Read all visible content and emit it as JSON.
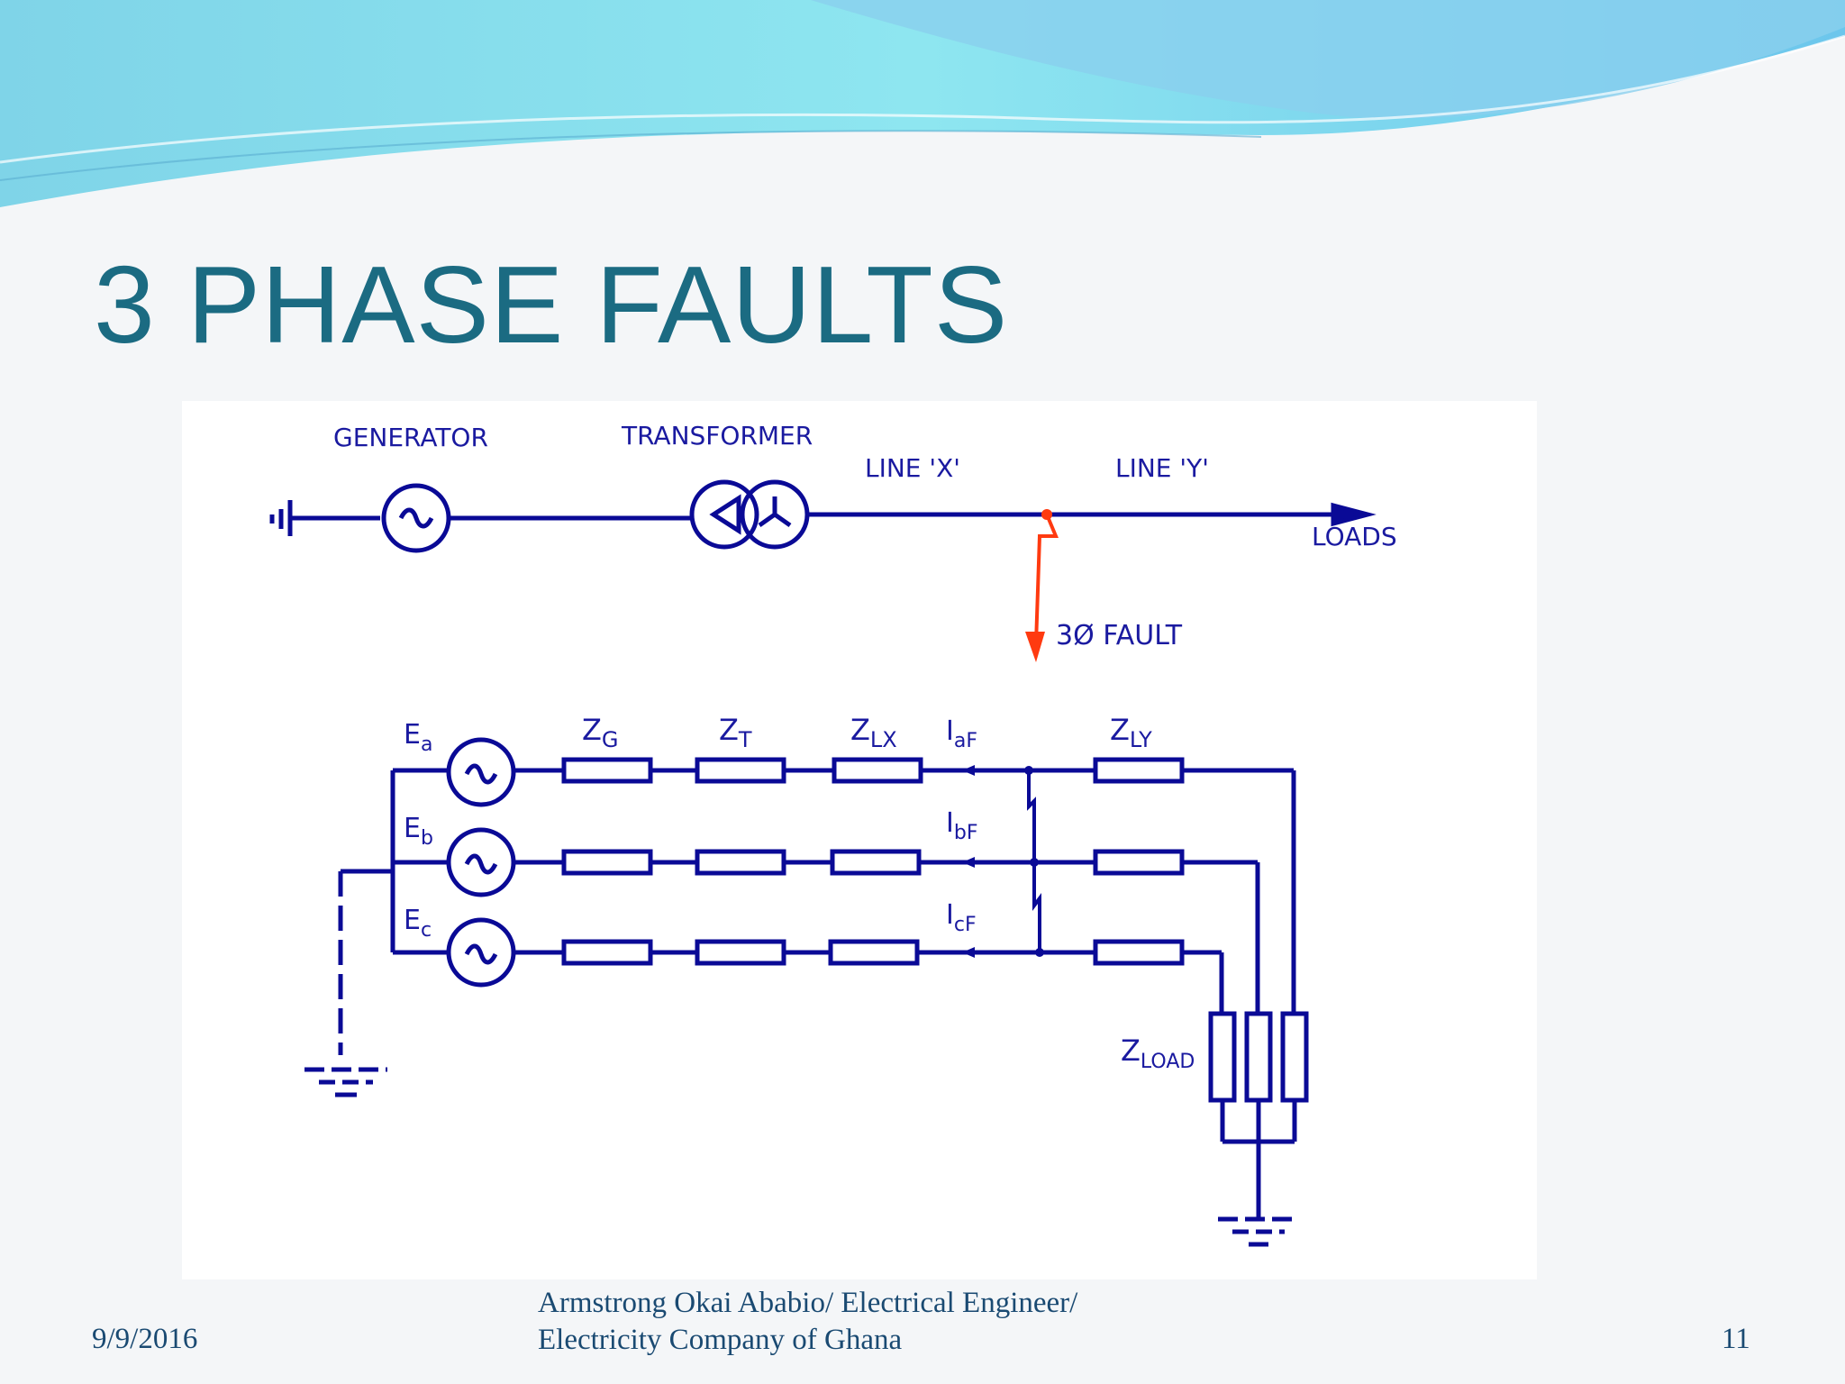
{
  "slide": {
    "title": "3 PHASE FAULTS",
    "footer": {
      "date": "9/9/2016",
      "author_line1": "Armstrong Okai Ababio/  Electrical Engineer/",
      "author_line2": "Electricity Company of Ghana",
      "page": "11"
    }
  },
  "diagram": {
    "single_line": {
      "generator": "GENERATOR",
      "transformer": "TRANSFORMER",
      "line_x": "LINE 'X'",
      "line_y": "LINE 'Y'",
      "loads": "LOADS",
      "fault": "3Ø FAULT"
    },
    "three_phase": {
      "sources": [
        {
          "main": "E",
          "sub": "a"
        },
        {
          "main": "E",
          "sub": "b"
        },
        {
          "main": "E",
          "sub": "c"
        }
      ],
      "impedances": [
        {
          "main": "Z",
          "sub": "G"
        },
        {
          "main": "Z",
          "sub": "T"
        },
        {
          "main": "Z",
          "sub": "LX"
        },
        {
          "main": "Z",
          "sub": "LY"
        }
      ],
      "currents": [
        {
          "main": "I",
          "sub": "aF"
        },
        {
          "main": "I",
          "sub": "bF"
        },
        {
          "main": "I",
          "sub": "cF"
        }
      ],
      "load": {
        "main": "Z",
        "sub": "LOAD"
      }
    },
    "colors": {
      "wire": "#0a0a96",
      "fault": "#ff3a10",
      "title": "#1b6b82"
    }
  }
}
